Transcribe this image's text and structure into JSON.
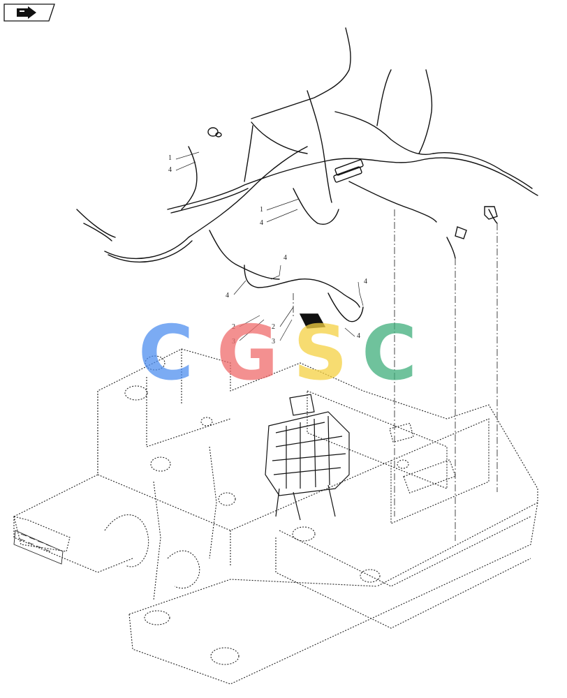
{
  "nav_icon": {
    "name": "arrow-right-icon"
  },
  "watermark": {
    "letters": [
      {
        "char": "C",
        "color": "#4F8FF0"
      },
      {
        "char": "G",
        "color": "#EF6B6B"
      },
      {
        "char": "S",
        "color": "#F5D142"
      },
      {
        "char": "C",
        "color": "#3FAE7C"
      }
    ]
  },
  "callouts": [
    {
      "id": "c1",
      "label": "1"
    },
    {
      "id": "c2",
      "label": "4"
    },
    {
      "id": "c3",
      "label": "1"
    },
    {
      "id": "c4",
      "label": "4"
    },
    {
      "id": "c5",
      "label": "4"
    },
    {
      "id": "c6",
      "label": "4"
    },
    {
      "id": "c7",
      "label": "4"
    },
    {
      "id": "c8",
      "label": "2"
    },
    {
      "id": "c9",
      "label": "3"
    },
    {
      "id": "c10",
      "label": "2"
    },
    {
      "id": "c11",
      "label": "3"
    },
    {
      "id": "c12",
      "label": "4"
    }
  ],
  "colors": {
    "line": "#111111",
    "dashed": "#333333"
  }
}
